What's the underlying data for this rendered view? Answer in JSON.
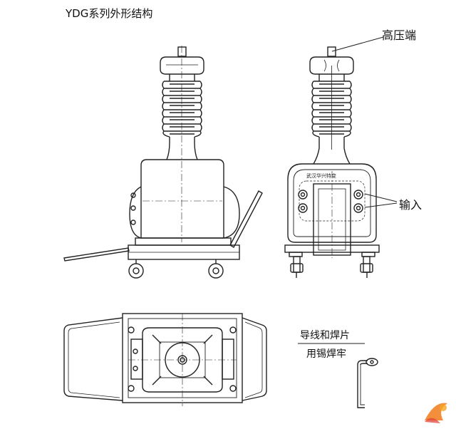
{
  "title": "YDG系列外形结构",
  "labels": {
    "high_voltage_terminal": "高压端",
    "input": "输入",
    "nameplate": "武汉华兴特变",
    "wire_note_line1": "导线和焊片",
    "wire_note_line2": "用锡焊牢"
  },
  "colors": {
    "line": "#222222",
    "background": "#ffffff",
    "watermark_orange": "#f07a1a"
  }
}
